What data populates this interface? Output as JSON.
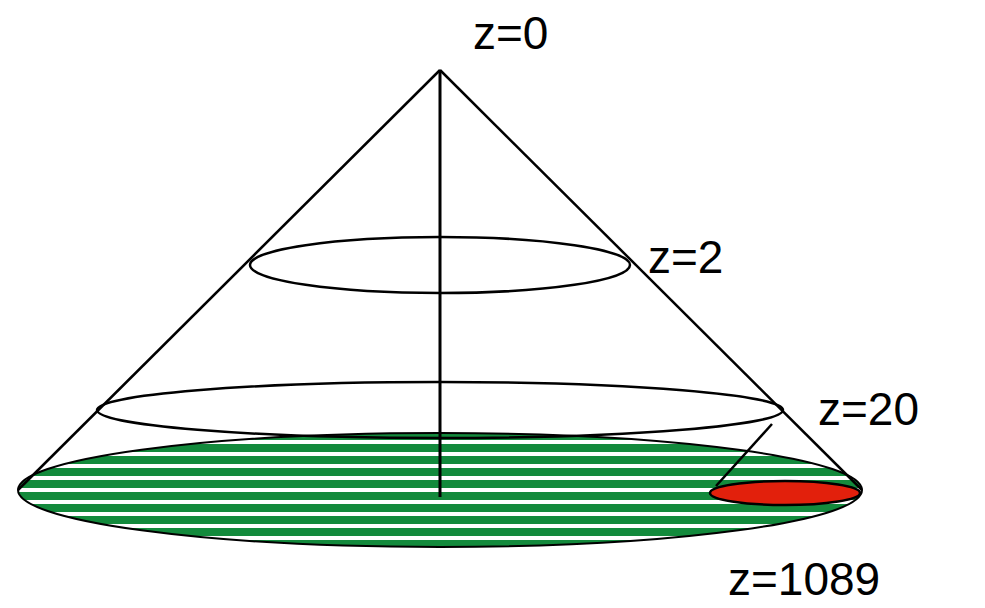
{
  "diagram": {
    "labels": [
      "z=0",
      "z=2",
      "z=20",
      "z=1089"
    ]
  }
}
